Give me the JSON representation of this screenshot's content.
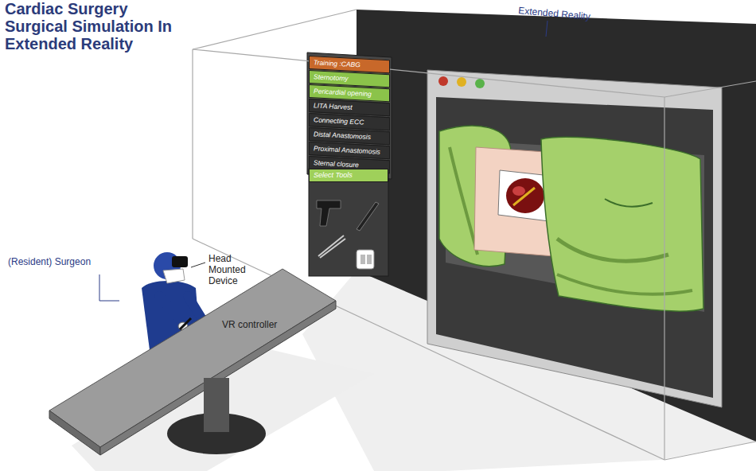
{
  "diagram": {
    "title": "Cardiac Surgery Surgical Simulation In Extended Reality",
    "nodes": [
      {
        "text": [
          "Training :CABG"
        ]
      },
      {
        "text": [
          "Sternotomy"
        ]
      },
      {
        "text": [
          "Pericardial opening"
        ]
      },
      {
        "text": [
          "LITA Harvest"
        ]
      },
      {
        "text": [
          "Connecting ECC"
        ]
      },
      {
        "text": [
          "Distal Anastomosis"
        ]
      },
      {
        "text": [
          "Proximal Anastomosis"
        ]
      },
      {
        "text": [
          "Sternal closure"
        ]
      },
      {
        "text": [
          "Select Tools"
        ]
      }
    ],
    "labels": [
      "Extended Reality",
      "(Resident) Surgeon",
      "Head Mounted Device",
      "VR controller"
    ]
  }
}
